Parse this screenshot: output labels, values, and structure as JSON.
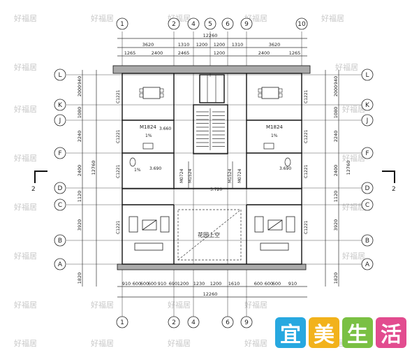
{
  "axes_top": [
    "1",
    "2",
    "4",
    "5",
    "6",
    "9",
    "10"
  ],
  "axes_bottom": [
    "1",
    "2",
    "4",
    "6",
    "9"
  ],
  "axes_left": [
    "L",
    "K",
    "J",
    "F",
    "D",
    "C",
    "B",
    "A"
  ],
  "axes_right": [
    "L",
    "K",
    "J",
    "F",
    "D",
    "C",
    "B",
    "A"
  ],
  "dims_top_total": "12260",
  "dims_top_row2": [
    "3620",
    "1310",
    "1200",
    "1200",
    "1310",
    "3620"
  ],
  "dims_top_row3": [
    "1265",
    "2400",
    "2465",
    "1200",
    "2400",
    "1265"
  ],
  "dims_bottom_row1": [
    "910",
    "600",
    "600",
    "600",
    "910",
    "690",
    "1200",
    "1230",
    "1200",
    "1610",
    "600",
    "600",
    "600",
    "910"
  ],
  "dims_bottom_total": "12260",
  "dims_left_outer": [
    "940",
    "2000",
    "1080",
    "2240",
    "2400",
    "1120",
    "3920",
    "1820"
  ],
  "dims_left_inner": [
    "12760"
  ],
  "dims_right_outer": [
    "940",
    "2000",
    "1080",
    "2240",
    "2400",
    "1120",
    "3920",
    "1820"
  ],
  "dims_right_inner": [
    "12760"
  ],
  "labels": {
    "door_m1824_left": "M1824",
    "door_m1824_right": "M1824",
    "door_m0724_left": "M0724",
    "door_m0724_right": "M0724",
    "door_m1524_left": "M1524",
    "door_m1524_right": "M1524",
    "win_c1221": "C1221",
    "level_3690_left": "3.690",
    "level_3690_right": "3.690",
    "level_3720": "3.720",
    "level_3660": "3.660",
    "slope_1a": "1%",
    "slope_1b": "1%",
    "slope_1c": "1%",
    "garden_void": "花园上空",
    "section_mark": "2"
  },
  "watermark": "好福居",
  "logo": {
    "chars": [
      "宜",
      "美",
      "生",
      "活"
    ],
    "colors": [
      "#27a8e0",
      "#f2b21b",
      "#7ac043",
      "#e24c8f"
    ]
  }
}
